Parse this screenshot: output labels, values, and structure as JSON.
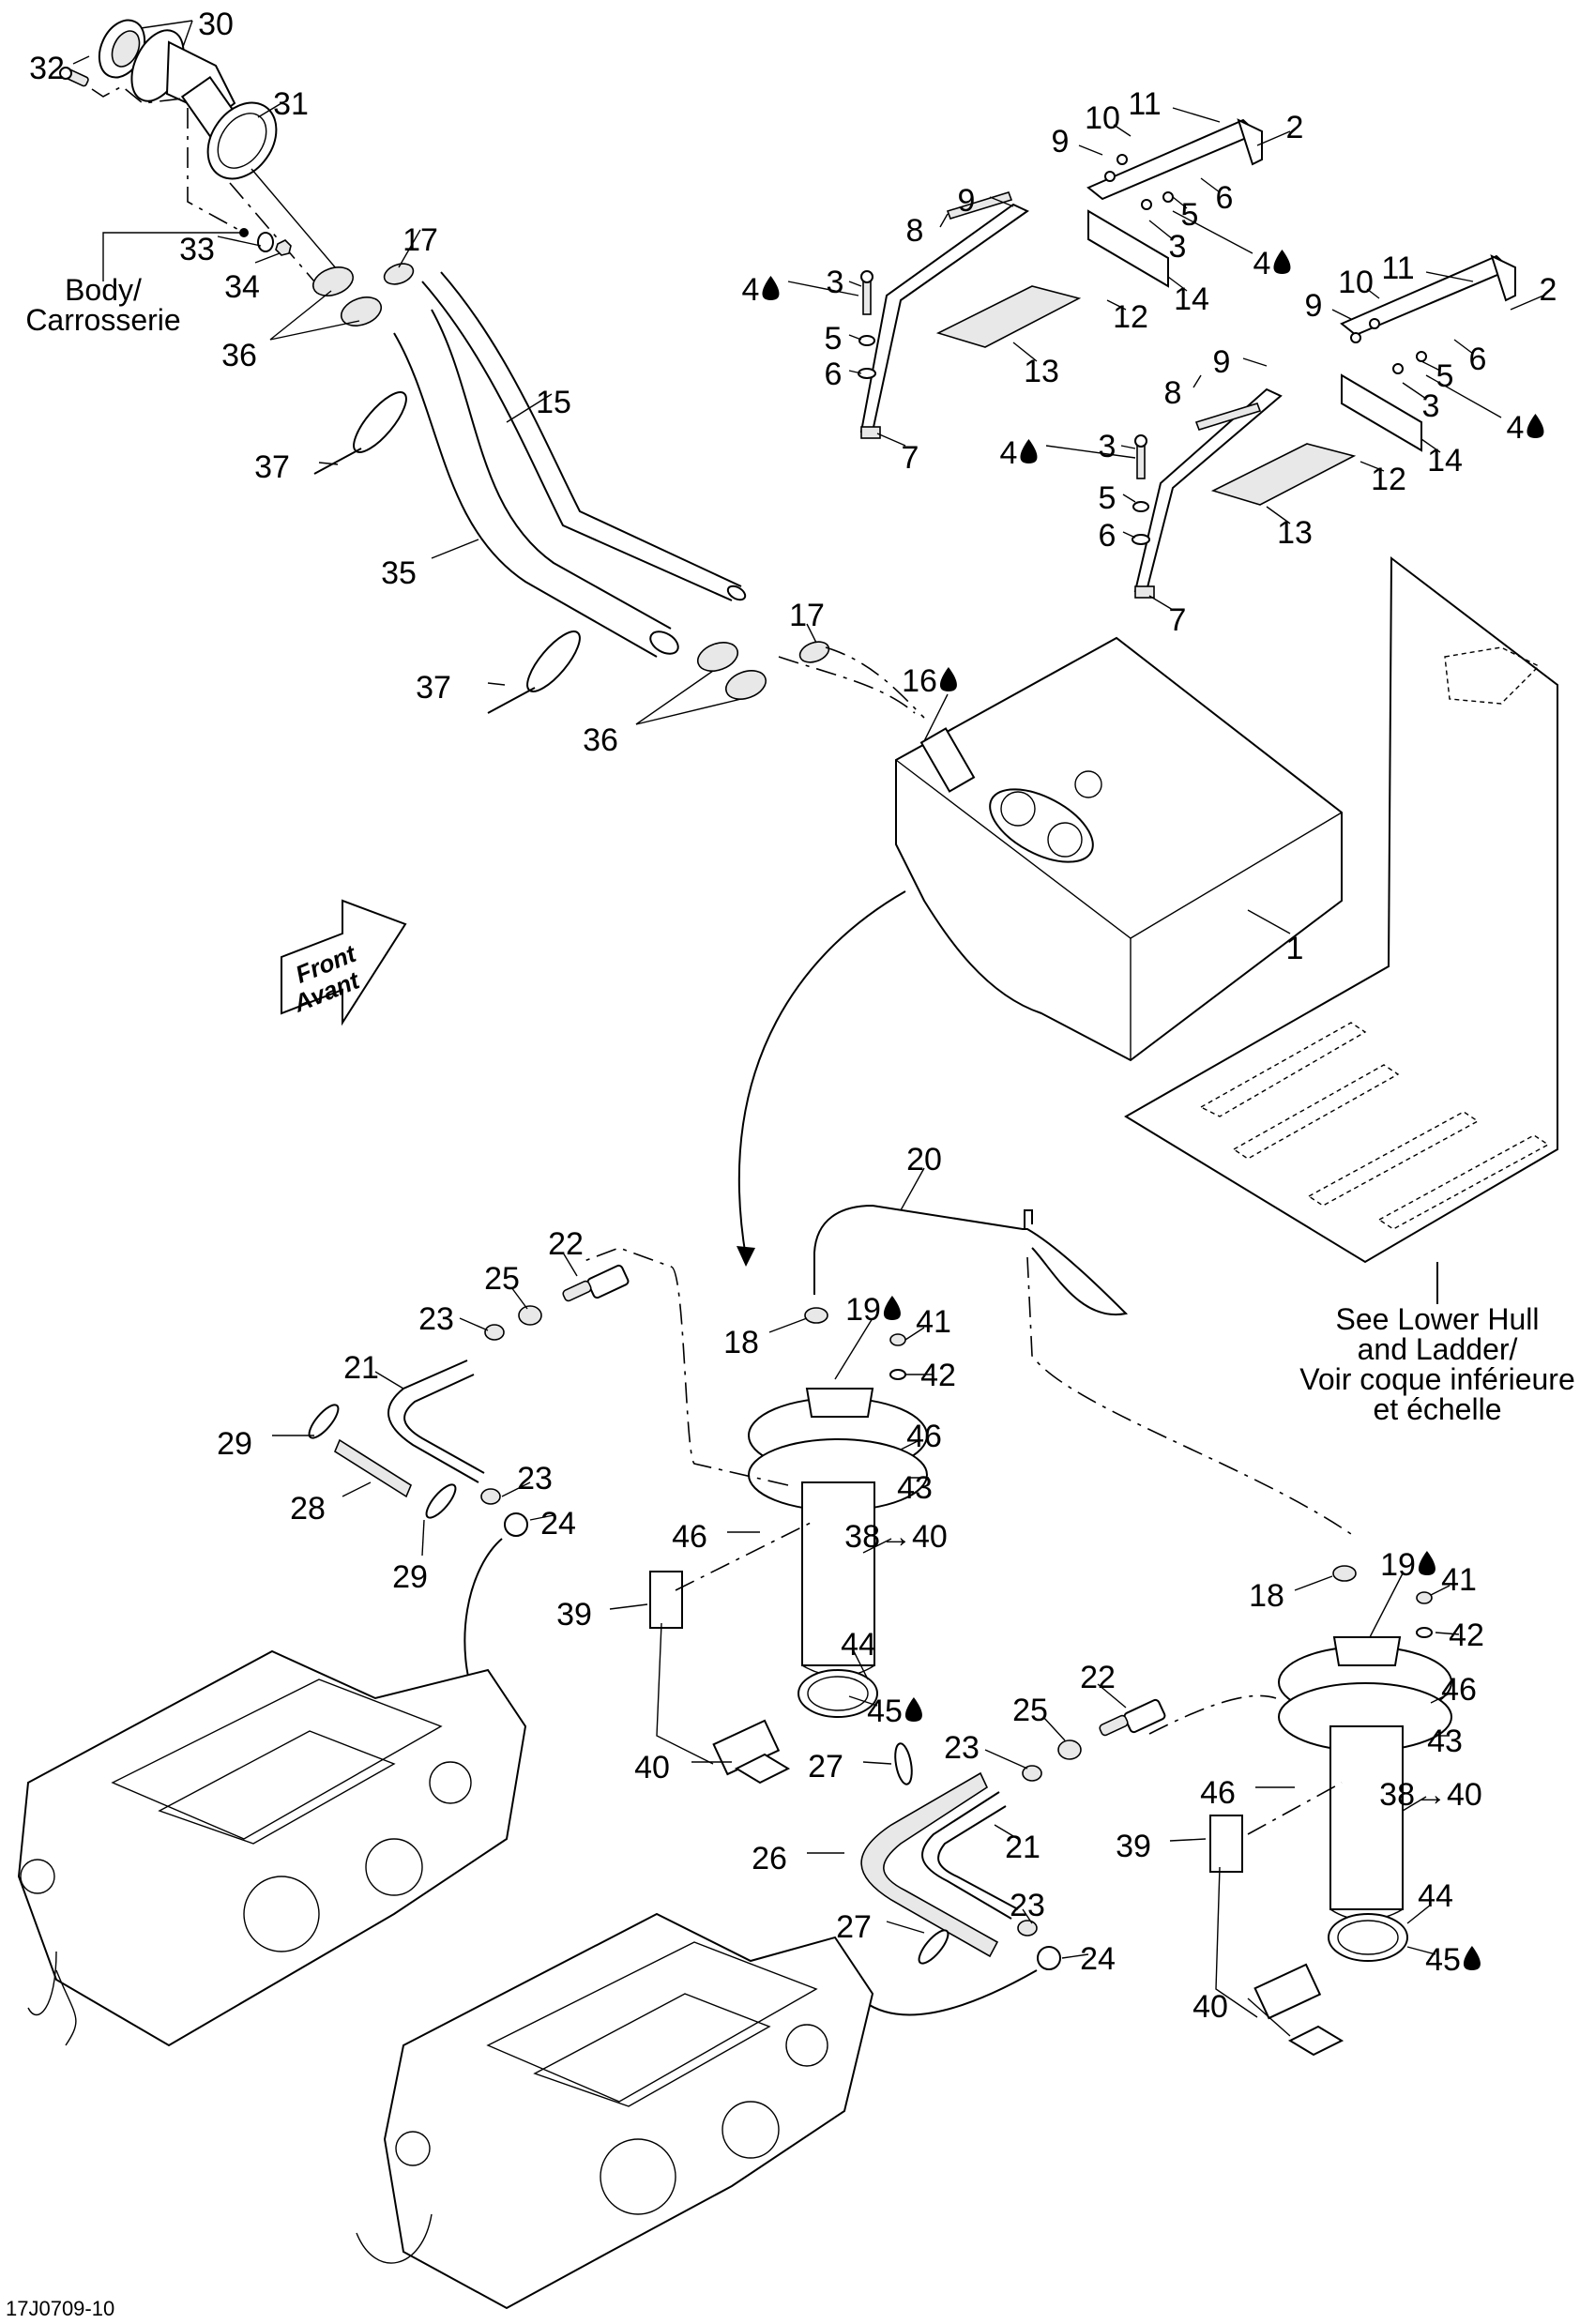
{
  "diagram": {
    "reference_code": "17J0709-10",
    "direction_indicator": {
      "line1": "Front",
      "line2": "Avant"
    },
    "notes": {
      "body": {
        "line1": "Body/",
        "line2": "Carrosserie"
      },
      "lower_hull": {
        "line1": "See Lower Hull",
        "line2": "and Ladder/",
        "line3": "Voir coque inférieure",
        "line4": "et échelle"
      }
    },
    "symbols": {
      "sealant_drop": "sealant-drop-icon",
      "arrow": "→"
    },
    "callouts": [
      {
        "id": "c30",
        "text": "30"
      },
      {
        "id": "c32",
        "text": "32"
      },
      {
        "id": "c31",
        "text": "31"
      },
      {
        "id": "c33",
        "text": "33"
      },
      {
        "id": "c34",
        "text": "34"
      },
      {
        "id": "c17a",
        "text": "17"
      },
      {
        "id": "c36a",
        "text": "36"
      },
      {
        "id": "c15",
        "text": "15"
      },
      {
        "id": "c37a",
        "text": "37"
      },
      {
        "id": "c35",
        "text": "35"
      },
      {
        "id": "c37b",
        "text": "37"
      },
      {
        "id": "c17b",
        "text": "17"
      },
      {
        "id": "c36b",
        "text": "36"
      },
      {
        "id": "c16",
        "text": "16",
        "sealant": true
      },
      {
        "id": "c1",
        "text": "1"
      },
      {
        "id": "c10a",
        "text": "10"
      },
      {
        "id": "c11a",
        "text": "11"
      },
      {
        "id": "c2a",
        "text": "2"
      },
      {
        "id": "c9a",
        "text": "9"
      },
      {
        "id": "c9b",
        "text": "9"
      },
      {
        "id": "c6a",
        "text": "6"
      },
      {
        "id": "c5a",
        "text": "5"
      },
      {
        "id": "c8a",
        "text": "8"
      },
      {
        "id": "c3a",
        "text": "3"
      },
      {
        "id": "c4a",
        "text": "4",
        "sealant": true
      },
      {
        "id": "c14a",
        "text": "14"
      },
      {
        "id": "c12a",
        "text": "12"
      },
      {
        "id": "c13a",
        "text": "13"
      },
      {
        "id": "c4b",
        "text": "4",
        "sealant": true
      },
      {
        "id": "c3b",
        "text": "3"
      },
      {
        "id": "c5b",
        "text": "5"
      },
      {
        "id": "c6b",
        "text": "6"
      },
      {
        "id": "c7a",
        "text": "7"
      },
      {
        "id": "c10b",
        "text": "10"
      },
      {
        "id": "c11b",
        "text": "11"
      },
      {
        "id": "c2b",
        "text": "2"
      },
      {
        "id": "c9c",
        "text": "9"
      },
      {
        "id": "c9d",
        "text": "9"
      },
      {
        "id": "c6c",
        "text": "6"
      },
      {
        "id": "c5c",
        "text": "5"
      },
      {
        "id": "c8b",
        "text": "8"
      },
      {
        "id": "c3c",
        "text": "3"
      },
      {
        "id": "c4c",
        "text": "4",
        "sealant": true
      },
      {
        "id": "c14b",
        "text": "14"
      },
      {
        "id": "c12b",
        "text": "12"
      },
      {
        "id": "c13b",
        "text": "13"
      },
      {
        "id": "c4d",
        "text": "4",
        "sealant": true
      },
      {
        "id": "c3d",
        "text": "3"
      },
      {
        "id": "c5d",
        "text": "5"
      },
      {
        "id": "c6d",
        "text": "6"
      },
      {
        "id": "c7b",
        "text": "7"
      },
      {
        "id": "c20",
        "text": "20"
      },
      {
        "id": "c22a",
        "text": "22"
      },
      {
        "id": "c25a",
        "text": "25"
      },
      {
        "id": "c23a",
        "text": "23"
      },
      {
        "id": "c21a",
        "text": "21"
      },
      {
        "id": "c29a",
        "text": "29"
      },
      {
        "id": "c28",
        "text": "28"
      },
      {
        "id": "c23b",
        "text": "23"
      },
      {
        "id": "c24a",
        "text": "24"
      },
      {
        "id": "c29b",
        "text": "29"
      },
      {
        "id": "c18a",
        "text": "18"
      },
      {
        "id": "c19a",
        "text": "19",
        "sealant": true
      },
      {
        "id": "c41a",
        "text": "41"
      },
      {
        "id": "c42a",
        "text": "42"
      },
      {
        "id": "c46a",
        "text": "46"
      },
      {
        "id": "c43a",
        "text": "43"
      },
      {
        "id": "c46b",
        "text": "46"
      },
      {
        "id": "c38a",
        "text": "38→40"
      },
      {
        "id": "c39a",
        "text": "39"
      },
      {
        "id": "c44a",
        "text": "44"
      },
      {
        "id": "c45a",
        "text": "45",
        "sealant": true
      },
      {
        "id": "c40a",
        "text": "40"
      },
      {
        "id": "c18b",
        "text": "18"
      },
      {
        "id": "c19b",
        "text": "19",
        "sealant": true
      },
      {
        "id": "c41b",
        "text": "41"
      },
      {
        "id": "c42b",
        "text": "42"
      },
      {
        "id": "c46c",
        "text": "46"
      },
      {
        "id": "c43b",
        "text": "43"
      },
      {
        "id": "c46d",
        "text": "46"
      },
      {
        "id": "c38b",
        "text": "38→40"
      },
      {
        "id": "c39b",
        "text": "39"
      },
      {
        "id": "c44b",
        "text": "44"
      },
      {
        "id": "c45b",
        "text": "45",
        "sealant": true
      },
      {
        "id": "c40b",
        "text": "40"
      },
      {
        "id": "c22b",
        "text": "22"
      },
      {
        "id": "c25b",
        "text": "25"
      },
      {
        "id": "c23c",
        "text": "23"
      },
      {
        "id": "c27a",
        "text": "27"
      },
      {
        "id": "c21b",
        "text": "21"
      },
      {
        "id": "c26",
        "text": "26"
      },
      {
        "id": "c23d",
        "text": "23"
      },
      {
        "id": "c27b",
        "text": "27"
      },
      {
        "id": "c24b",
        "text": "24"
      }
    ]
  }
}
